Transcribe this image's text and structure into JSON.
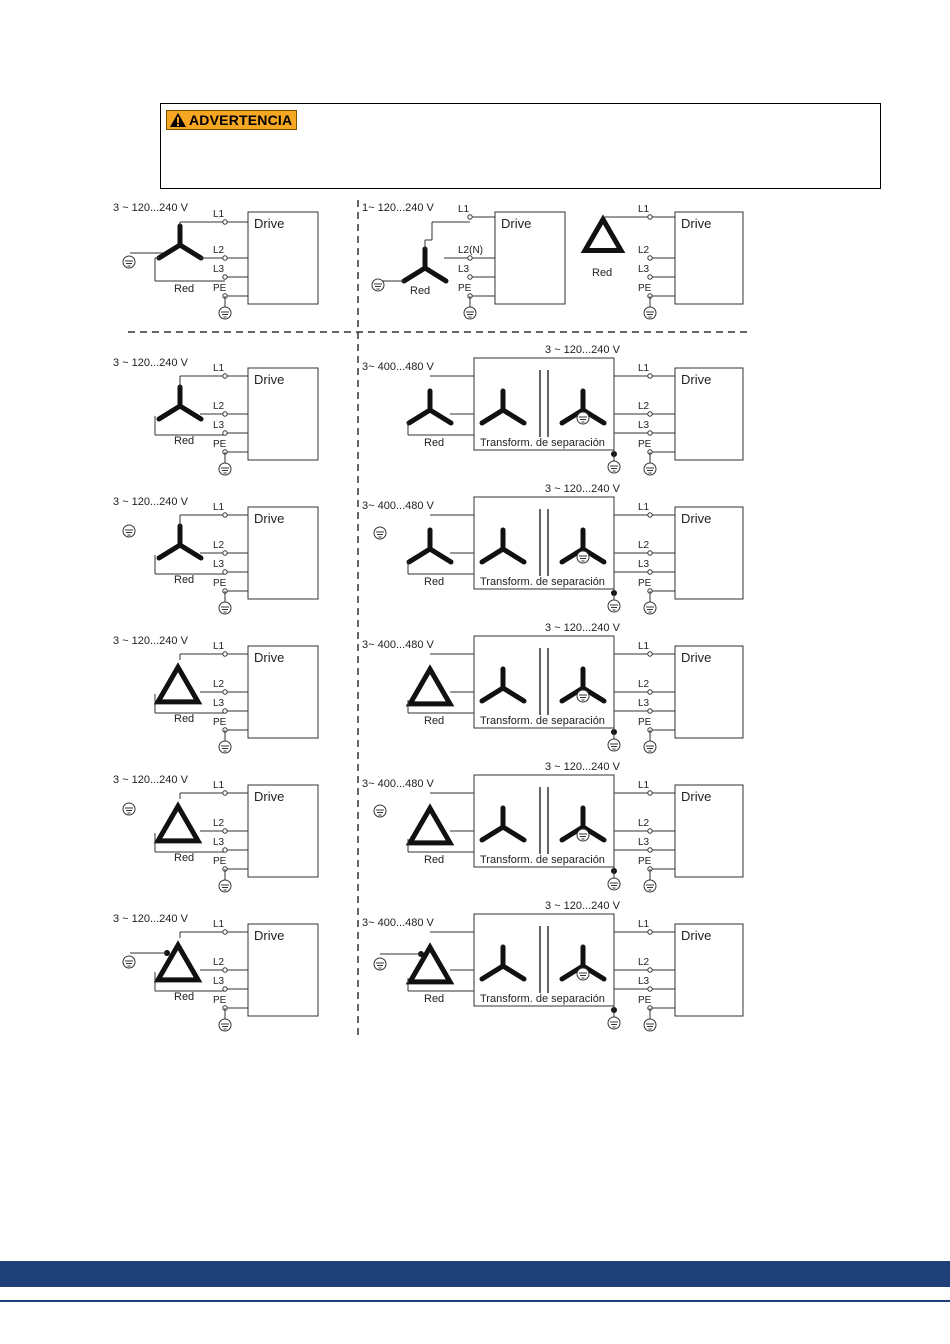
{
  "warning": {
    "label": "ADVERTENCIA",
    "icon": "warning-triangle-icon",
    "color": "#f5a623"
  },
  "labels": {
    "drive": "Drive",
    "red": "Red",
    "transformer": "Transform. de separación",
    "l1": "L1",
    "l2": "L2",
    "l2n": "L2(N)",
    "l3": "L3",
    "pe": "PE",
    "v3_240": "3 ~ 120...240 V",
    "v1_240": "1~ 120...240 V",
    "v3_480": "3~ 400...480 V"
  },
  "footer": {
    "color": "#1f3f78"
  }
}
